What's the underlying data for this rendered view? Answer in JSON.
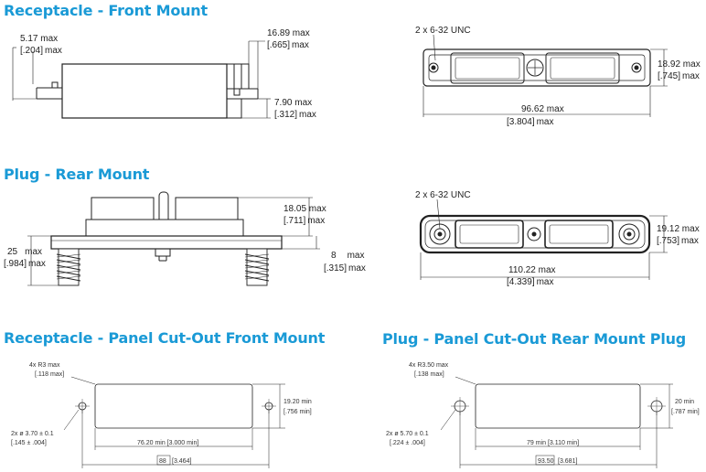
{
  "titles": {
    "receptacle_front": "Receptacle - Front Mount",
    "plug_rear": "Plug - Rear Mount",
    "receptacle_cutout": "Receptacle - Panel Cut-Out Front Mount",
    "plug_cutout": "Plug - Panel Cut-Out Rear Mount Plug"
  },
  "receptacle_side": {
    "d1_mm": "5.17 max",
    "d1_in": ".204",
    "d1_in_suffix": "max",
    "d2_mm": "16.89 max",
    "d2_in": ".665",
    "d2_in_suffix": "max",
    "d3_mm": "7.90 max",
    "d3_in": ".312",
    "d3_in_suffix": "max"
  },
  "receptacle_front_view": {
    "holes": "2 x 6-32 UNC",
    "height_mm": "18.92 max",
    "height_in": ".745",
    "height_in_suffix": "max",
    "width_mm": "96.62 max",
    "width_in": "3.804",
    "width_in_suffix": "max"
  },
  "plug_side": {
    "d1_mm": "18.05 max",
    "d1_in": ".711",
    "d1_in_suffix": "max",
    "d2_mm": "25",
    "d2_mm_suffix": "max",
    "d2_in": ".984",
    "d2_in_suffix": "max",
    "d3_mm": "8",
    "d3_mm_suffix": "max",
    "d3_in": ".315",
    "d3_in_suffix": "max"
  },
  "plug_front_view": {
    "holes": "2 x 6-32 UNC",
    "height_mm": "19.12 max",
    "height_in": ".753",
    "height_in_suffix": "max",
    "width_mm": "110.22 max",
    "width_in": "4.339",
    "width_in_suffix": "max"
  },
  "receptacle_cutout": {
    "radius_mm": "4x R3 max",
    "radius_in": "[.118 max]",
    "hole_mm": "2x ø 3.70 ± 0.1",
    "hole_in": "[.145 ± .004]",
    "width": "76.20 min [3.000 min]",
    "height_mm": "19.20 min",
    "height_in": "[.756 min]",
    "pitch_mm": "88",
    "pitch_in": "[3.464]"
  },
  "plug_cutout": {
    "radius_mm": "4x R3.50 max",
    "radius_in": "[.138 max]",
    "hole_mm": "2x ø 5.70 ± 0.1",
    "hole_in": "[.224 ± .004]",
    "width": "79 min [3.110 min]",
    "height_mm": "20 min",
    "height_in": "[.787 min]",
    "pitch_mm": "93.50",
    "pitch_in": "[3.681]"
  }
}
